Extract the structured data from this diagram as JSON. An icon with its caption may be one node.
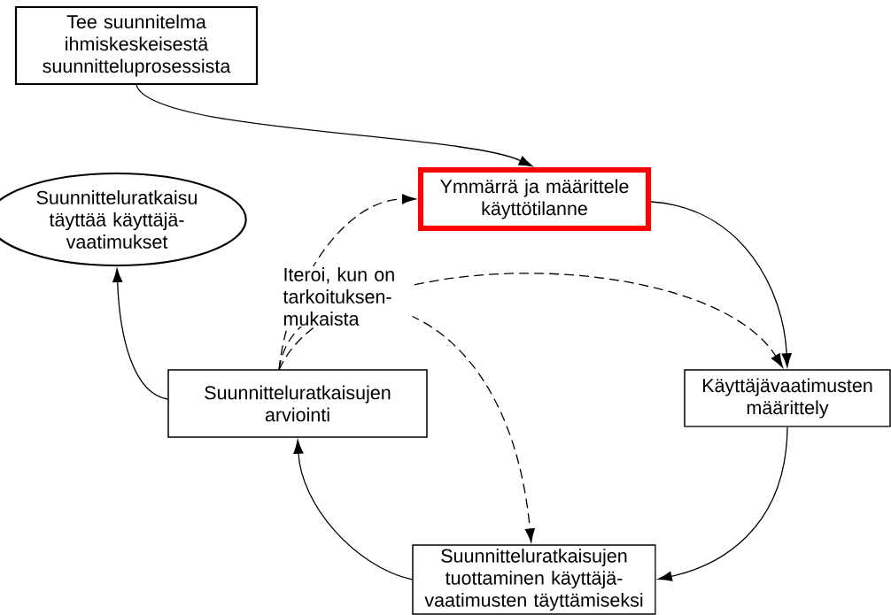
{
  "diagram": {
    "nodes": [
      {
        "text": [
          "Tee suunnitelma ihmiskeskeisestä suunnitteluprosessista"
        ]
      },
      {
        "text": [
          "Ymmärrä ja määrittele käyttötilanne"
        ]
      },
      {
        "text": [
          "Suunnitteluratkaisu täyttää käyttäjä-vaatimukset"
        ]
      },
      {
        "text": [
          "Suunnitteluratkaisujen arviointi"
        ]
      },
      {
        "text": [
          "Käyttäjävaatimusten määrittely"
        ]
      },
      {
        "text": [
          "Suunnitteluratkaisujen tuottaminen käyttäjä-vaatimusten täyttämiseksi"
        ]
      }
    ],
    "edges": [
      {
        "from": 0,
        "to": 1,
        "arrow": "to"
      },
      {
        "from": 1,
        "to": 4,
        "arrow": "to"
      },
      {
        "from": 4,
        "to": 5,
        "arrow": "to"
      },
      {
        "from": 5,
        "to": 3,
        "arrow": "to"
      },
      {
        "from": 3,
        "to": 2,
        "arrow": "to"
      },
      {
        "from": 3,
        "to": 1,
        "arrow": "to",
        "style": "dashed"
      },
      {
        "from": 3,
        "to": 4,
        "arrow": "to",
        "style": "dashed"
      },
      {
        "from": 3,
        "to": 5,
        "arrow": "to",
        "style": "dashed"
      }
    ],
    "labels": [
      "Iteroi, kun on tarkoituksen-mukaista"
    ]
  }
}
